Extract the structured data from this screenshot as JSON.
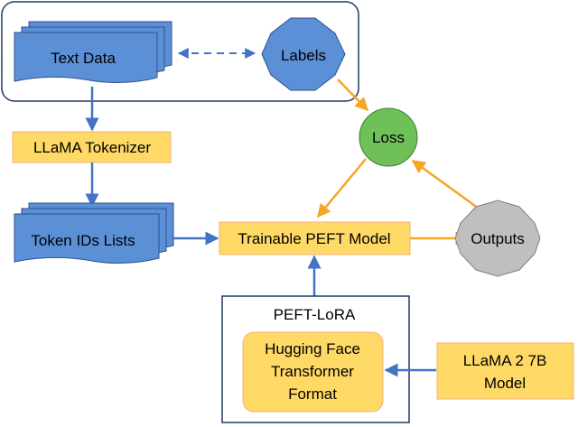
{
  "nodes": {
    "text_data": "Text Data",
    "labels": "Labels",
    "tokenizer": "LLaMA Tokenizer",
    "loss": "Loss",
    "token_ids": "Token IDs Lists",
    "peft_model": "Trainable PEFT Model",
    "outputs": "Outputs",
    "peft_lora": "PEFT-LoRA",
    "hf_line1": "Hugging Face",
    "hf_line2": "Transformer",
    "hf_line3": "Format",
    "llama_line1": "LLaMA 2 7B",
    "llama_line2": "Model"
  },
  "colors": {
    "blue_fill": "#5b8fd6",
    "blue_stroke": "#2f528f",
    "arrow_blue": "#4472c4",
    "orange_fill": "#ffd966",
    "orange_stroke": "#f4b183",
    "arrow_orange": "#f5a623",
    "green_fill": "#70c05a",
    "gray_fill": "#bfbfbf",
    "box_stroke": "#1f3864"
  }
}
